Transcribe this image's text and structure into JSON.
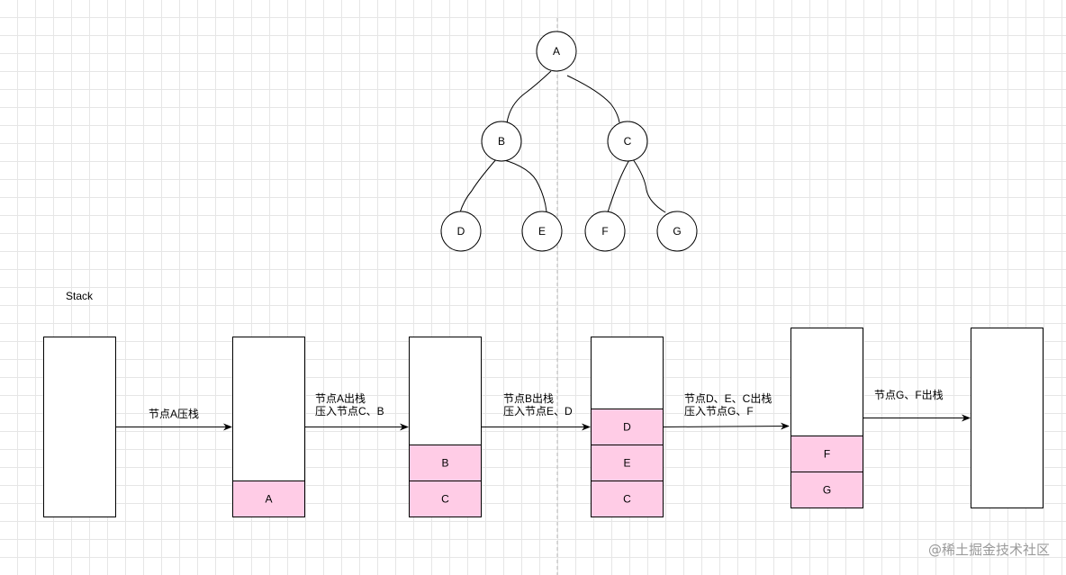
{
  "tree": {
    "nodes": [
      {
        "id": "A",
        "label": "A"
      },
      {
        "id": "B",
        "label": "B"
      },
      {
        "id": "C",
        "label": "C"
      },
      {
        "id": "D",
        "label": "D"
      },
      {
        "id": "E",
        "label": "E"
      },
      {
        "id": "F",
        "label": "F"
      },
      {
        "id": "G",
        "label": "G"
      }
    ],
    "edges": [
      {
        "from": "A",
        "to": "B"
      },
      {
        "from": "A",
        "to": "C"
      },
      {
        "from": "B",
        "to": "D"
      },
      {
        "from": "B",
        "to": "E"
      },
      {
        "from": "C",
        "to": "F"
      },
      {
        "from": "C",
        "to": "G"
      }
    ]
  },
  "stack_title": "Stack",
  "stacks": [
    {
      "cells": []
    },
    {
      "cells": [
        "A"
      ]
    },
    {
      "cells": [
        "B",
        "C"
      ]
    },
    {
      "cells": [
        "D",
        "E",
        "C"
      ]
    },
    {
      "cells": [
        "F",
        "G"
      ]
    },
    {
      "cells": []
    }
  ],
  "transitions": [
    {
      "lines": [
        "节点A压栈"
      ]
    },
    {
      "lines": [
        "节点A出栈",
        "压入节点C、B"
      ]
    },
    {
      "lines": [
        "节点B出栈",
        "压入节点E、D"
      ]
    },
    {
      "lines": [
        "节点D、E、C出栈",
        "压入节点G、F"
      ]
    },
    {
      "lines": [
        "节点G、F出栈"
      ]
    }
  ],
  "colors": {
    "filled_cell": "#ffcce6",
    "stroke": "#000000"
  },
  "watermark": "@稀土掘金技术社区"
}
